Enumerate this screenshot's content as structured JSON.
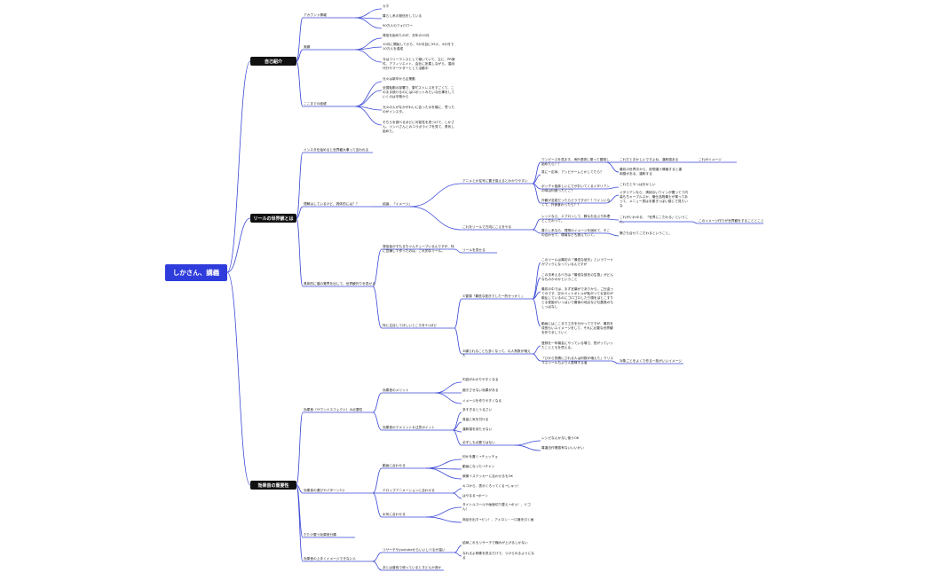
{
  "root": "しかさん、講義",
  "branches": {
    "b1": "自己紹介",
    "b2": "リールの世界観とは",
    "b3": "効果音の重要性"
  },
  "nodes": {
    "n1": "アカウント情報",
    "n1a": "カホ",
    "n1b": "暮らし系の発信をしている",
    "n1c": "90万人のフォロワー",
    "n2": "実績",
    "n2a": "発信を始めたのが、去年の10月",
    "n2b": "10月に開始してから、3か月目に55人、4か月で10万人を達成",
    "n2c": "今はフリーランスとして働いていて、主に、PR案件、アフィリエイト、会社に所属しながら、運用代行やマーケターとして活動中",
    "n3": "ここまでの経緯",
    "n3a": "元々は新卒から企業勤",
    "n3b": "全国転勤の部署で、繁忙ストレスをすごくて、このまま続けるのにはロボットみたいな仕事をしていくのは辛抱から",
    "n3c": "元々の人がなかがわいに会ったのを機に、思ったのがインスタ。",
    "n3d": "そちらを調べるほどに可能性を見つけて、しかさん、ツンハさんとのコラボライブを見て、勇気し始めた。",
    "n4": "インスタを始めると世界観大事って言われる",
    "n5": "理解はしているけど、具体的には？？",
    "n5a": "結論、「イメージ」",
    "n5b": "アニメとか柱号に置き換えるとわかりやすい",
    "n5b1": "ワンピースを見ます。海外優秀に乗って冒険し始めたら？？",
    "n5b1a": "これだとおかしいですよね、違和感ある",
    "n5b1b": "これがイメージ",
    "n5b2": "真に一応両、アンビゲームとかしてたら？",
    "n5b2a": "最初の世界次から、設想違う情報すると違和感がある、違和する",
    "n5b3": "ボッチャ姫妹しいにでがおいてくるイタリアンの味は何食ったとこ？",
    "n5b3a": "これだとやっぱおかしい",
    "n5b4": "外観が芸能だったらどうですか？？ワインいなくて、外食食わったら？？",
    "n5b4a": "イタリアンなら、清純ないワインが置ってて内装もちゃーブルスか、暖仕品物最士が乗ってあって、メニュー表は手書きっぽい感じで見たいな",
    "n5c": "これをリールで方向にこえをやる",
    "n5c1": "レッドなら、エプロンして、静なお出ぶり料理とこだわって。",
    "n5c1a": "これがいわゆる、「世界にこだわる」ということ。",
    "n5c1b": "このイメージ作りが世界観をすることとこと",
    "n5c2": "暮らし系なら、理想のイメージを固めて、そこの合わせて、環境なども揃えていく。",
    "n5c2a": "静さも合せてこだわるということ。",
    "n6": "具体的に僕の業界を出して、世界観作りを見せる",
    "n6a": "発信者がすもるちゃんチューブいるんですが、特に意識して作ったのは、これ的なリール。",
    "n6a1": "リールを見せる",
    "n6b": "特に注目してほしいところを3つほど",
    "n6b1": "①冒頭「最低な彼氏でしたー的せっかく」",
    "n6b1a": "このリールは最初の「最低な彼氏」というワードがブックになっているんですが",
    "n6b1b": "この次考えるべきは「最低な彼氏の生態」がどんなものかのかということ",
    "n6b1c": "最初の中では、まず言葉がでありから、ご仕金ってのです、空のペットボトルが転がってる部分が散乱しているのにゴロゴロしたり頭をぽとこすりとる彼姫がいっぱいで最後の地点など吐露風のもしっぱなし",
    "n6b1d": "動画にはここまで工夫を分かってですが、最初を成長もいスイメージをして、それに必要な世界観を作りましていく",
    "n6b2": "②繰られることも多くなって、以人勢数が増えた",
    "n6b2a": "登録を一年機会にやっている場で、窓がっていったことともを思える。",
    "n6b2b": "「ひから見積にされる人は何数が増えた」クリスマスリールもより人数様する者",
    "n6b2c": "対象ごとをよくで作る一枚がいいイメージ",
    "n7": "効果音（サウンドエフェクト）の必要性",
    "n7a": "効果音のメリット",
    "n7a1": "内容がわかりやすくなる",
    "n7a2": "飽きさせない効果がある",
    "n7a3": "イメージを作りやすくなる",
    "n7b": "効果音のデメリット＆注意ポイント",
    "n7b1": "多すぎるとうるさい",
    "n7b2": "音量に気を付ける",
    "n7b3": "違和感を持たせない",
    "n7b4": "必ずしも必要ではない",
    "n7b4a": "レシピなんかなし使うOK",
    "n7b4b": "暮違法作業感有ないいいかい",
    "n8": "効果音の選びやパターン3つ",
    "n8a": "動画に合わせる",
    "n8a1": "何かを置く→チェッチョ",
    "n8a2": "動画になった→チャン",
    "n8a3": "映像＋ステッカーに合わせるもOK",
    "n8b": "テロップアニメーションに合わせる",
    "n8b1": "キコから、表示くろってくる→しゅっ！",
    "n8b2": "はやなる→ポーン",
    "n8c": "水気に合わせる",
    "n8c1": "タイトルコールや画面切り替え→ボゥ！、ドゴん！",
    "n8c2": "商品を出す→ピン！、アイロン・一口渡を引く画",
    "n9": "だたけ要う効果音分類",
    "n10": "効果音の上手くイメージできない人",
    "n10a": "リサーチやyoutubeからいいしべるが溜い",
    "n10a1": "結局これもリサーチで糧みが上げるしかない",
    "n10a2": "なれるよ映像を見るだけで、つけられるようになる",
    "n10b": "あとは普段で使っているときどんか音か"
  }
}
